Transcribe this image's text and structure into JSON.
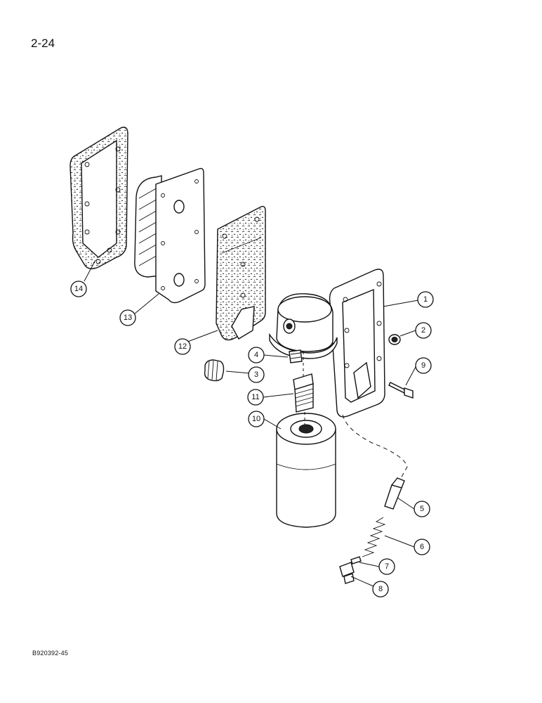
{
  "page": {
    "page_number": "2-24",
    "figure_code": "B920392-45"
  },
  "callouts": [
    {
      "label": "1"
    },
    {
      "label": "2"
    },
    {
      "label": "3"
    },
    {
      "label": "4"
    },
    {
      "label": "5"
    },
    {
      "label": "6"
    },
    {
      "label": "7"
    },
    {
      "label": "8"
    },
    {
      "label": "9"
    },
    {
      "label": "10"
    },
    {
      "label": "11"
    },
    {
      "label": "12"
    },
    {
      "label": "13"
    },
    {
      "label": "14"
    }
  ]
}
